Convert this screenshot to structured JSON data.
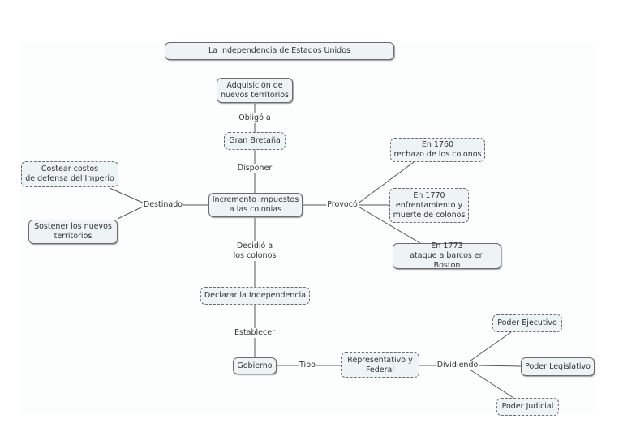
{
  "title": "La Independencia de Estados Unidos",
  "nodes": {
    "title": "La Independencia de Estados Unidos",
    "adquisicion": "Adquisición de\nnuevos territorios",
    "gran_bretana": "Gran Bretaña",
    "incremento": "Incremento impuestos\na las colonias",
    "costear": "Costear costos\nde defensa del Imperio",
    "sostener": "Sostener los nuevos\nterritorios",
    "en1760": "En 1760\nrechazo de los colonos",
    "en1770": "En 1770\nenfrentamiento y\nmuerte de colonos",
    "en1773": "En 1773\nataque a barcos en Boston",
    "declarar": "Declarar la Independencia",
    "gobierno": "Gobierno",
    "representativo": "Representativo y\nFederal",
    "ejecutivo": "Poder Ejecutivo",
    "legislativo": "Poder Legislativo",
    "judicial": "Poder Judicial"
  },
  "links": {
    "obligo": "Obligó a",
    "disponer": "Disponer",
    "destinado": "Destinado",
    "provoco": "Provocó",
    "decidio": "Decidió a\nlos colonos",
    "establecer": "Establecer",
    "tipo": "Tipo",
    "dividiendo": "Dividiendo"
  },
  "colors": {
    "node_fill": "#eef3f6",
    "border": "#6b6b6b",
    "line": "#555555"
  }
}
